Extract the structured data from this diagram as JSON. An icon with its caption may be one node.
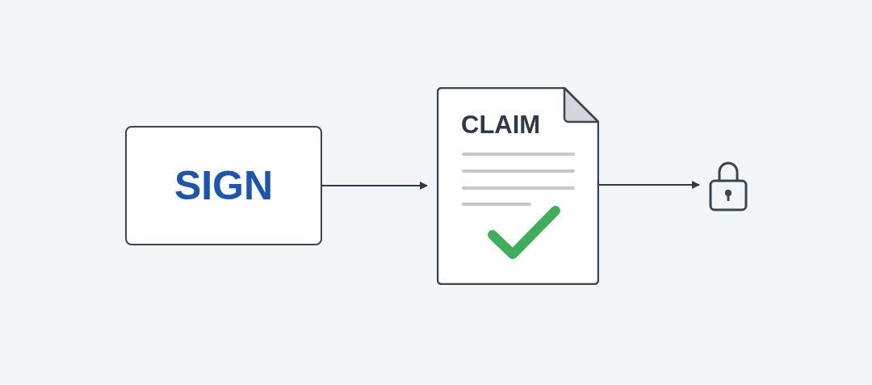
{
  "diagram": {
    "nodes": [
      {
        "text": [
          "SIGN"
        ]
      },
      {
        "text": [
          "CLAIM"
        ]
      },
      {
        "text": [],
        "shape": "lock"
      }
    ],
    "edges": [
      {
        "from": 0,
        "to": 1,
        "arrow": "to"
      },
      {
        "from": 1,
        "to": 2,
        "arrow": "to"
      }
    ]
  }
}
